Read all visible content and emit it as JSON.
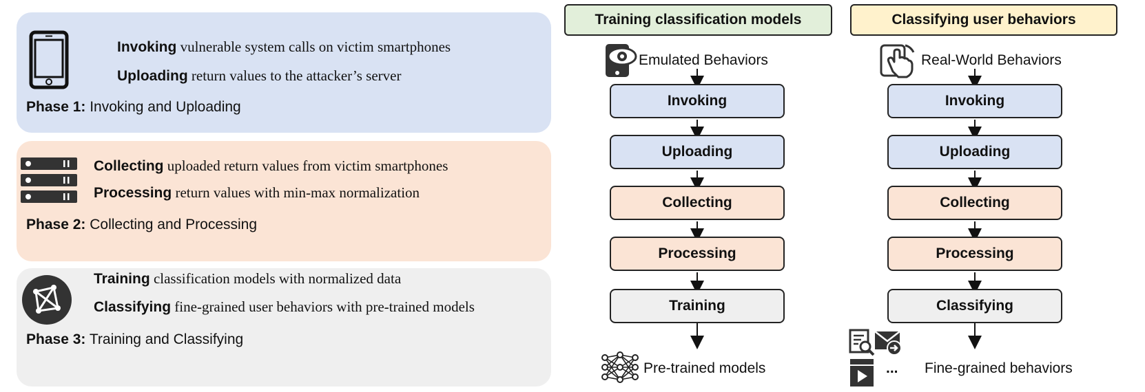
{
  "phases": [
    {
      "lines": [
        {
          "bold": "Invoking",
          "rest": " vulnerable system calls on victim smartphones"
        },
        {
          "bold": "Uploading",
          "rest": " return values to the attacker’s server"
        }
      ],
      "phase_label": "Phase 1:",
      "phase_title": " Invoking and Uploading",
      "icon": "smartphone-icon"
    },
    {
      "lines": [
        {
          "bold": "Collecting",
          "rest": " uploaded return values from victim smartphones"
        },
        {
          "bold": "Processing",
          "rest": " return values with min-max normalization"
        }
      ],
      "phase_label": "Phase 2:",
      "phase_title": " Collecting and Processing",
      "icon": "server-icon"
    },
    {
      "lines": [
        {
          "bold": "Training",
          "rest": " classification models with normalized data"
        },
        {
          "bold": "Classifying",
          "rest": " fine-grained user behaviors with pre-trained models"
        }
      ],
      "phase_label": "Phase 3:",
      "phase_title": " Training and Classifying",
      "icon": "network-graph-icon"
    }
  ],
  "left_flow": {
    "header": "Training classification models",
    "input": "Emulated Behaviors",
    "input_icon": "eye-phone-icon",
    "steps": [
      "Invoking",
      "Uploading",
      "Collecting",
      "Processing",
      "Training"
    ],
    "output": "Pre-trained models",
    "output_icon": "neural-network-icon"
  },
  "right_flow": {
    "header": "Classifying user behaviors",
    "input": "Real-World Behaviors",
    "input_icon": "touch-hand-icon",
    "steps": [
      "Invoking",
      "Uploading",
      "Collecting",
      "Processing",
      "Classifying"
    ],
    "output": "Fine-grained behaviors",
    "output_icon": "app-icons-cluster",
    "ellipsis": "..."
  },
  "colors": {
    "blue": "#d9e2f3",
    "peach": "#fbe4d5",
    "gray": "#efefef",
    "green_header": "#e2efda",
    "yellow_header": "#fff2cc",
    "icon_dark": "#333333"
  }
}
